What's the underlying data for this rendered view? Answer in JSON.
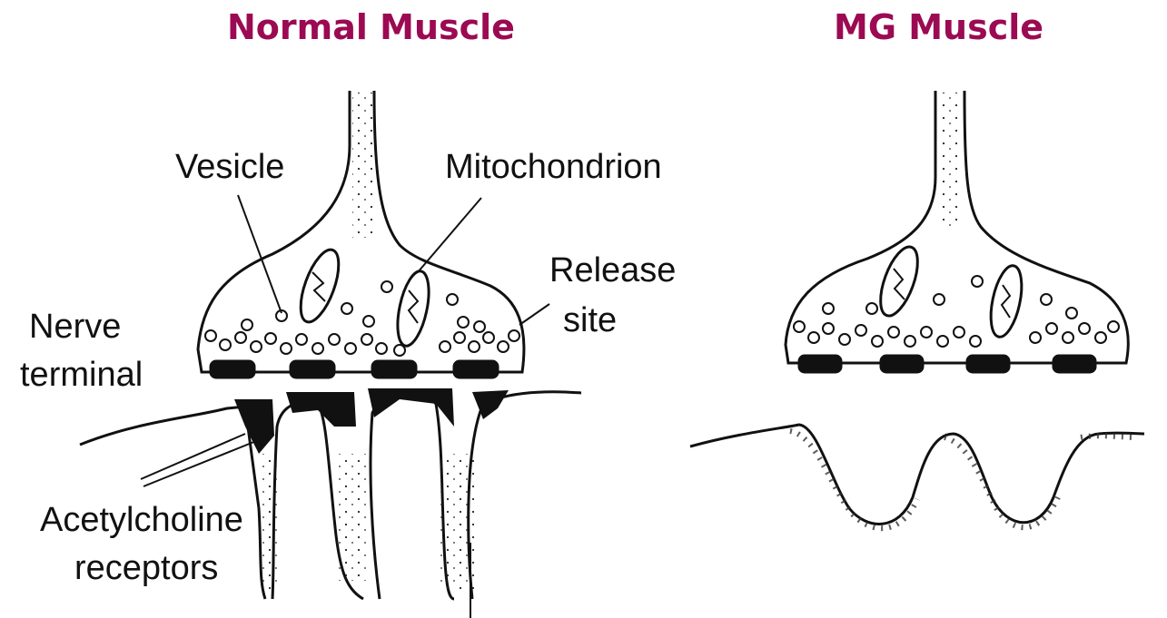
{
  "titles": {
    "normal": "Normal Muscle",
    "mg": "MG Muscle"
  },
  "labels": {
    "vesicle": "Vesicle",
    "mitochondrion": "Mitochondrion",
    "release_line1": "Release",
    "release_line2": "site",
    "nerve_line1": "Nerve",
    "nerve_line2": "terminal",
    "ach_line1": "Acetylcholine",
    "ach_line2": "receptors"
  },
  "colors": {
    "title": "#9b0a52",
    "ink": "#111111",
    "background": "#ffffff"
  }
}
